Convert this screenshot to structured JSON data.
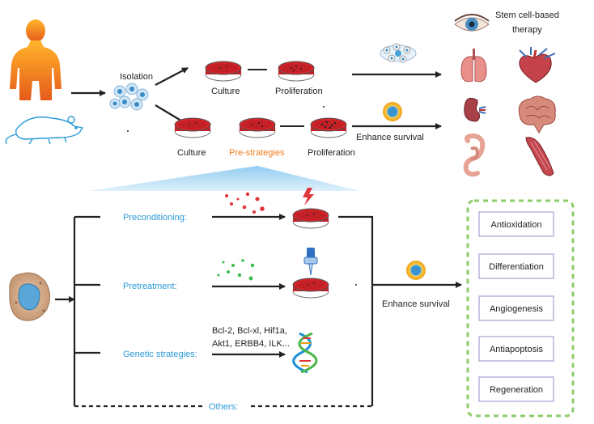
{
  "top": {
    "isolation": "Isolation",
    "culture_top": "Culture",
    "proliferation_top": "Proliferation",
    "culture_bottom": "Culture",
    "pre_strategies": "Pre-strategies",
    "proliferation_bottom": "Proliferation",
    "enhance_survival": "Enhance survival",
    "therapy_line1": "Stem cell-based",
    "therapy_line2": "therapy"
  },
  "strategies": {
    "preconditioning": "Preconditioning:",
    "pretreatment": "Pretreatment:",
    "genetic": "Genetic strategies:",
    "genes_line1": "Bcl-2, Bcl-xl, Hif1a,",
    "genes_line2": "Akt1, ERBB4, ILK...",
    "others": "Others:",
    "enhance_survival": "Enhance survival"
  },
  "outcomes": [
    "Antioxidation",
    "Differentiation",
    "Angiogenesis",
    "Antiapoptosis",
    "Regeneration"
  ],
  "colors": {
    "accent_blue": "#2a9ad6",
    "accent_orange": "#ee7f1d",
    "dish_red": "#d2232a",
    "box_border": "#9b8bc9",
    "dashed_green": "#8ccc6a"
  }
}
